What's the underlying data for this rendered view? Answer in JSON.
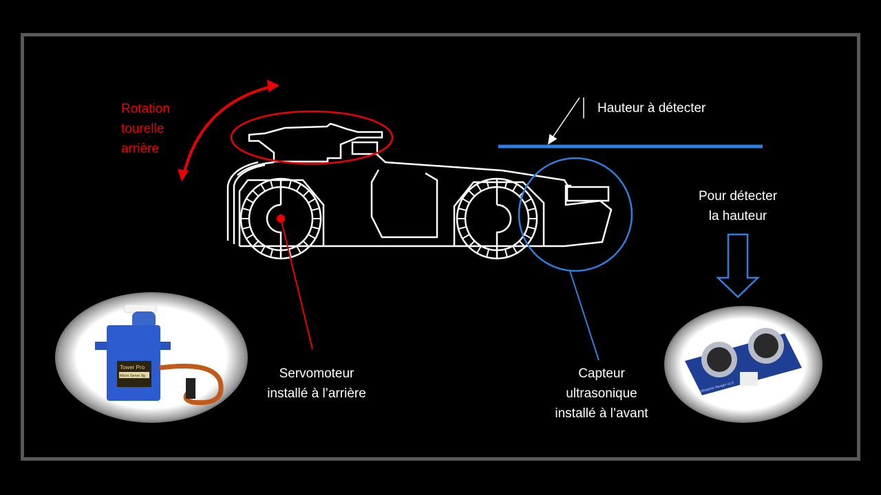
{
  "labels": {
    "rotation": [
      "Rotation",
      "tourelle",
      "arrière"
    ],
    "height_target": "Hauteur à détecter",
    "detect_purpose": [
      "Pour détecter",
      "la hauteur"
    ],
    "servo": [
      "Servomoteur",
      "installé à l’arrière"
    ],
    "sensor": [
      "Capteur",
      "ultrasonique",
      "installé à l’avant"
    ]
  },
  "photos": {
    "servo_brand": "Tower Pro",
    "servo_model": "Micro Servo 9g",
    "sensor_model": "Ultrasonic Ranger v1.0"
  },
  "colors": {
    "red": "#ee0000",
    "blue": "#2f7fe0",
    "frame": "#595959"
  }
}
